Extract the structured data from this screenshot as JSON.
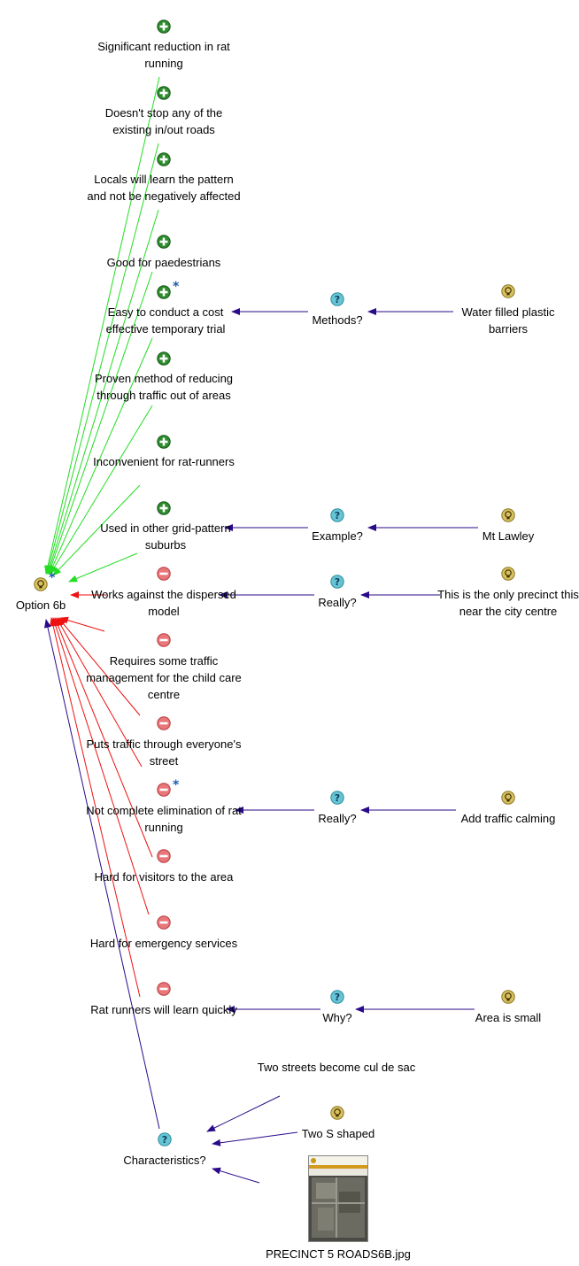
{
  "colors": {
    "pro": "#22dd22",
    "con": "#ee1111",
    "link": "#2a0a8a"
  },
  "nodes": {
    "p1": {
      "text": "Significant reduction in rat running",
      "icon": "pro"
    },
    "p2": {
      "text": "Doesn't stop any of the existing in/out roads",
      "icon": "pro"
    },
    "p3": {
      "text": "Locals will learn the pattern and not be negatively affected",
      "icon": "pro"
    },
    "p4": {
      "text": "Good for paedestrians",
      "icon": "pro"
    },
    "p5": {
      "text": "Easy to conduct a cost effective temporary trial",
      "icon": "pro",
      "star": "*"
    },
    "p6": {
      "text": "Proven method of reducing through traffic out of areas",
      "icon": "pro"
    },
    "p7": {
      "text": "Inconvenient for rat-runners",
      "icon": "pro"
    },
    "p8": {
      "text": "Used in other grid-pattern suburbs",
      "icon": "pro"
    },
    "root": {
      "text": "Option 6b",
      "icon": "idea",
      "star": "*"
    },
    "c1": {
      "text": "Works against the dispersed model",
      "icon": "con"
    },
    "c2": {
      "text": "Requires some traffic management for the child care centre",
      "icon": "con"
    },
    "c3": {
      "text": "Puts traffic through everyone's street",
      "icon": "con"
    },
    "c4": {
      "text": "Not complete elimination of rat running",
      "icon": "con",
      "star": "*"
    },
    "c5": {
      "text": "Hard for visitors to the area",
      "icon": "con"
    },
    "c6": {
      "text": "Hard for emergency services",
      "icon": "con"
    },
    "c7": {
      "text": "Rat runners will learn quickly",
      "icon": "con"
    },
    "q1": {
      "text": "Methods?",
      "icon": "question"
    },
    "a1": {
      "text": "Water filled plastic barriers",
      "icon": "idea"
    },
    "q2": {
      "text": "Example?",
      "icon": "question"
    },
    "a2": {
      "text": "Mt Lawley",
      "icon": "idea"
    },
    "q3": {
      "text": "Really?",
      "icon": "question"
    },
    "a3": {
      "text": "This is the only precinct this near the city centre",
      "icon": "idea"
    },
    "q4": {
      "text": "Really?",
      "icon": "question"
    },
    "a4": {
      "text": "Add traffic calming",
      "icon": "idea"
    },
    "q5": {
      "text": "Why?",
      "icon": "question"
    },
    "a5": {
      "text": "Area is small",
      "icon": "idea"
    },
    "char": {
      "text": "Characteristics?",
      "icon": "question"
    },
    "ch1": {
      "text": "Two streets become cul de sac",
      "icon": "none"
    },
    "ch2": {
      "text": "Two S shaped",
      "icon": "idea"
    },
    "img": {
      "text": "PRECINCT 5 ROADS6B.jpg",
      "icon": "image"
    }
  },
  "edges": [
    {
      "from": "p1",
      "to": "root",
      "kind": "pro"
    },
    {
      "from": "p2",
      "to": "root",
      "kind": "pro"
    },
    {
      "from": "p3",
      "to": "root",
      "kind": "pro"
    },
    {
      "from": "p4",
      "to": "root",
      "kind": "pro"
    },
    {
      "from": "p5",
      "to": "root",
      "kind": "pro"
    },
    {
      "from": "p6",
      "to": "root",
      "kind": "pro"
    },
    {
      "from": "p7",
      "to": "root",
      "kind": "pro"
    },
    {
      "from": "p8",
      "to": "root",
      "kind": "pro"
    },
    {
      "from": "c1",
      "to": "root",
      "kind": "con"
    },
    {
      "from": "c2",
      "to": "root",
      "kind": "con"
    },
    {
      "from": "c3",
      "to": "root",
      "kind": "con"
    },
    {
      "from": "c4",
      "to": "root",
      "kind": "con"
    },
    {
      "from": "c5",
      "to": "root",
      "kind": "con"
    },
    {
      "from": "c6",
      "to": "root",
      "kind": "con"
    },
    {
      "from": "c7",
      "to": "root",
      "kind": "con"
    },
    {
      "from": "char",
      "to": "root",
      "kind": "link"
    },
    {
      "from": "q1",
      "to": "p5",
      "kind": "link"
    },
    {
      "from": "a1",
      "to": "q1",
      "kind": "link"
    },
    {
      "from": "q2",
      "to": "p8",
      "kind": "link"
    },
    {
      "from": "a2",
      "to": "q2",
      "kind": "link"
    },
    {
      "from": "q3",
      "to": "c1",
      "kind": "link"
    },
    {
      "from": "a3",
      "to": "q3",
      "kind": "link"
    },
    {
      "from": "q4",
      "to": "c4",
      "kind": "link"
    },
    {
      "from": "a4",
      "to": "q4",
      "kind": "link"
    },
    {
      "from": "q5",
      "to": "c7",
      "kind": "link"
    },
    {
      "from": "a5",
      "to": "q5",
      "kind": "link"
    },
    {
      "from": "ch1",
      "to": "char",
      "kind": "link"
    },
    {
      "from": "ch2",
      "to": "char",
      "kind": "link"
    },
    {
      "from": "img",
      "to": "char",
      "kind": "link"
    }
  ]
}
